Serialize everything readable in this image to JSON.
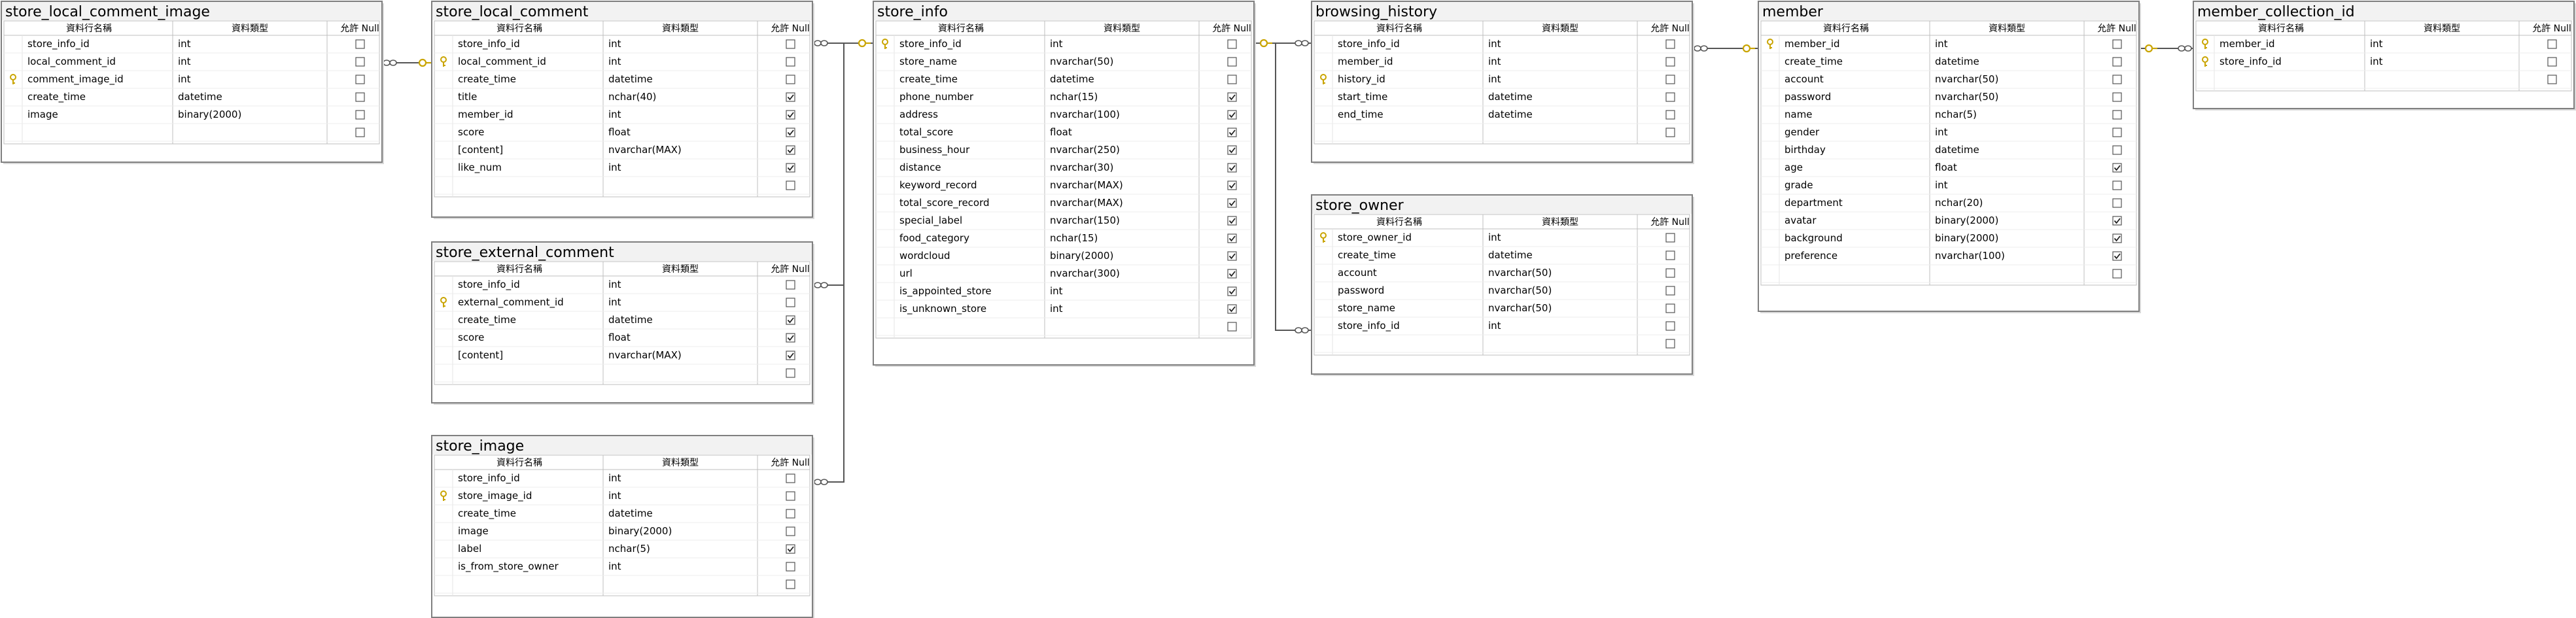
{
  "headers": {
    "col_name": "資料行名稱",
    "data_type": "資料類型",
    "allow_null": "允許 Null"
  },
  "tables": [
    {
      "name": "store_local_comment_image",
      "rows": [
        {
          "c": "store_info_id",
          "t": "int",
          "n": false,
          "pk": false
        },
        {
          "c": "local_comment_id",
          "t": "int",
          "n": false,
          "pk": false
        },
        {
          "c": "comment_image_id",
          "t": "int",
          "n": false,
          "pk": true
        },
        {
          "c": "create_time",
          "t": "datetime",
          "n": false,
          "pk": false
        },
        {
          "c": "image",
          "t": "binary(2000)",
          "n": false,
          "pk": false
        }
      ]
    },
    {
      "name": "store_local_comment",
      "rows": [
        {
          "c": "store_info_id",
          "t": "int",
          "n": false,
          "pk": false
        },
        {
          "c": "local_comment_id",
          "t": "int",
          "n": false,
          "pk": true
        },
        {
          "c": "create_time",
          "t": "datetime",
          "n": false,
          "pk": false
        },
        {
          "c": "title",
          "t": "nchar(40)",
          "n": true,
          "pk": false
        },
        {
          "c": "member_id",
          "t": "int",
          "n": true,
          "pk": false
        },
        {
          "c": "score",
          "t": "float",
          "n": true,
          "pk": false
        },
        {
          "c": "[content]",
          "t": "nvarchar(MAX)",
          "n": true,
          "pk": false
        },
        {
          "c": "like_num",
          "t": "int",
          "n": true,
          "pk": false
        }
      ]
    },
    {
      "name": "store_external_comment",
      "rows": [
        {
          "c": "store_info_id",
          "t": "int",
          "n": false,
          "pk": false
        },
        {
          "c": "external_comment_id",
          "t": "int",
          "n": false,
          "pk": true
        },
        {
          "c": "create_time",
          "t": "datetime",
          "n": true,
          "pk": false
        },
        {
          "c": "score",
          "t": "float",
          "n": true,
          "pk": false
        },
        {
          "c": "[content]",
          "t": "nvarchar(MAX)",
          "n": true,
          "pk": false
        }
      ]
    },
    {
      "name": "store_image",
      "rows": [
        {
          "c": "store_info_id",
          "t": "int",
          "n": false,
          "pk": false
        },
        {
          "c": "store_image_id",
          "t": "int",
          "n": false,
          "pk": true
        },
        {
          "c": "create_time",
          "t": "datetime",
          "n": false,
          "pk": false
        },
        {
          "c": "image",
          "t": "binary(2000)",
          "n": false,
          "pk": false
        },
        {
          "c": "label",
          "t": "nchar(5)",
          "n": true,
          "pk": false
        },
        {
          "c": "is_from_store_owner",
          "t": "int",
          "n": false,
          "pk": false
        }
      ]
    },
    {
      "name": "store_info",
      "rows": [
        {
          "c": "store_info_id",
          "t": "int",
          "n": false,
          "pk": true
        },
        {
          "c": "store_name",
          "t": "nvarchar(50)",
          "n": false,
          "pk": false
        },
        {
          "c": "create_time",
          "t": "datetime",
          "n": false,
          "pk": false
        },
        {
          "c": "phone_number",
          "t": "nchar(15)",
          "n": true,
          "pk": false
        },
        {
          "c": "address",
          "t": "nvarchar(100)",
          "n": true,
          "pk": false
        },
        {
          "c": "total_score",
          "t": "float",
          "n": true,
          "pk": false
        },
        {
          "c": "business_hour",
          "t": "nvarchar(250)",
          "n": true,
          "pk": false
        },
        {
          "c": "distance",
          "t": "nvarchar(30)",
          "n": true,
          "pk": false
        },
        {
          "c": "keyword_record",
          "t": "nvarchar(MAX)",
          "n": true,
          "pk": false
        },
        {
          "c": "total_score_record",
          "t": "nvarchar(MAX)",
          "n": true,
          "pk": false
        },
        {
          "c": "special_label",
          "t": "nvarchar(150)",
          "n": true,
          "pk": false
        },
        {
          "c": "food_category",
          "t": "nchar(15)",
          "n": true,
          "pk": false
        },
        {
          "c": "wordcloud",
          "t": "binary(2000)",
          "n": true,
          "pk": false
        },
        {
          "c": "url",
          "t": "nvarchar(300)",
          "n": true,
          "pk": false
        },
        {
          "c": "is_appointed_store",
          "t": "int",
          "n": true,
          "pk": false
        },
        {
          "c": "is_unknown_store",
          "t": "int",
          "n": true,
          "pk": false
        }
      ]
    },
    {
      "name": "browsing_history",
      "rows": [
        {
          "c": "store_info_id",
          "t": "int",
          "n": false,
          "pk": false
        },
        {
          "c": "member_id",
          "t": "int",
          "n": false,
          "pk": false
        },
        {
          "c": "history_id",
          "t": "int",
          "n": false,
          "pk": true
        },
        {
          "c": "start_time",
          "t": "datetime",
          "n": false,
          "pk": false
        },
        {
          "c": "end_time",
          "t": "datetime",
          "n": false,
          "pk": false
        }
      ]
    },
    {
      "name": "store_owner",
      "rows": [
        {
          "c": "store_owner_id",
          "t": "int",
          "n": false,
          "pk": true
        },
        {
          "c": "create_time",
          "t": "datetime",
          "n": false,
          "pk": false
        },
        {
          "c": "account",
          "t": "nvarchar(50)",
          "n": false,
          "pk": false
        },
        {
          "c": "password",
          "t": "nvarchar(50)",
          "n": false,
          "pk": false
        },
        {
          "c": "store_name",
          "t": "nvarchar(50)",
          "n": false,
          "pk": false
        },
        {
          "c": "store_info_id",
          "t": "int",
          "n": false,
          "pk": false
        }
      ]
    },
    {
      "name": "member",
      "rows": [
        {
          "c": "member_id",
          "t": "int",
          "n": false,
          "pk": true
        },
        {
          "c": "create_time",
          "t": "datetime",
          "n": false,
          "pk": false
        },
        {
          "c": "account",
          "t": "nvarchar(50)",
          "n": false,
          "pk": false
        },
        {
          "c": "password",
          "t": "nvarchar(50)",
          "n": false,
          "pk": false
        },
        {
          "c": "name",
          "t": "nchar(5)",
          "n": false,
          "pk": false
        },
        {
          "c": "gender",
          "t": "int",
          "n": false,
          "pk": false
        },
        {
          "c": "birthday",
          "t": "datetime",
          "n": false,
          "pk": false
        },
        {
          "c": "age",
          "t": "float",
          "n": true,
          "pk": false
        },
        {
          "c": "grade",
          "t": "int",
          "n": false,
          "pk": false
        },
        {
          "c": "department",
          "t": "nchar(20)",
          "n": false,
          "pk": false
        },
        {
          "c": "avatar",
          "t": "binary(2000)",
          "n": true,
          "pk": false
        },
        {
          "c": "background",
          "t": "binary(2000)",
          "n": true,
          "pk": false
        },
        {
          "c": "preference",
          "t": "nvarchar(100)",
          "n": true,
          "pk": false
        }
      ]
    },
    {
      "name": "member_collection_id",
      "rows": [
        {
          "c": "member_id",
          "t": "int",
          "n": false,
          "pk": true
        },
        {
          "c": "store_info_id",
          "t": "int",
          "n": false,
          "pk": true
        }
      ]
    }
  ],
  "colors": {
    "border": "#7f7f7f",
    "title_bg": "#f2f2f2",
    "line": "#555555",
    "key": "#c9a400"
  }
}
